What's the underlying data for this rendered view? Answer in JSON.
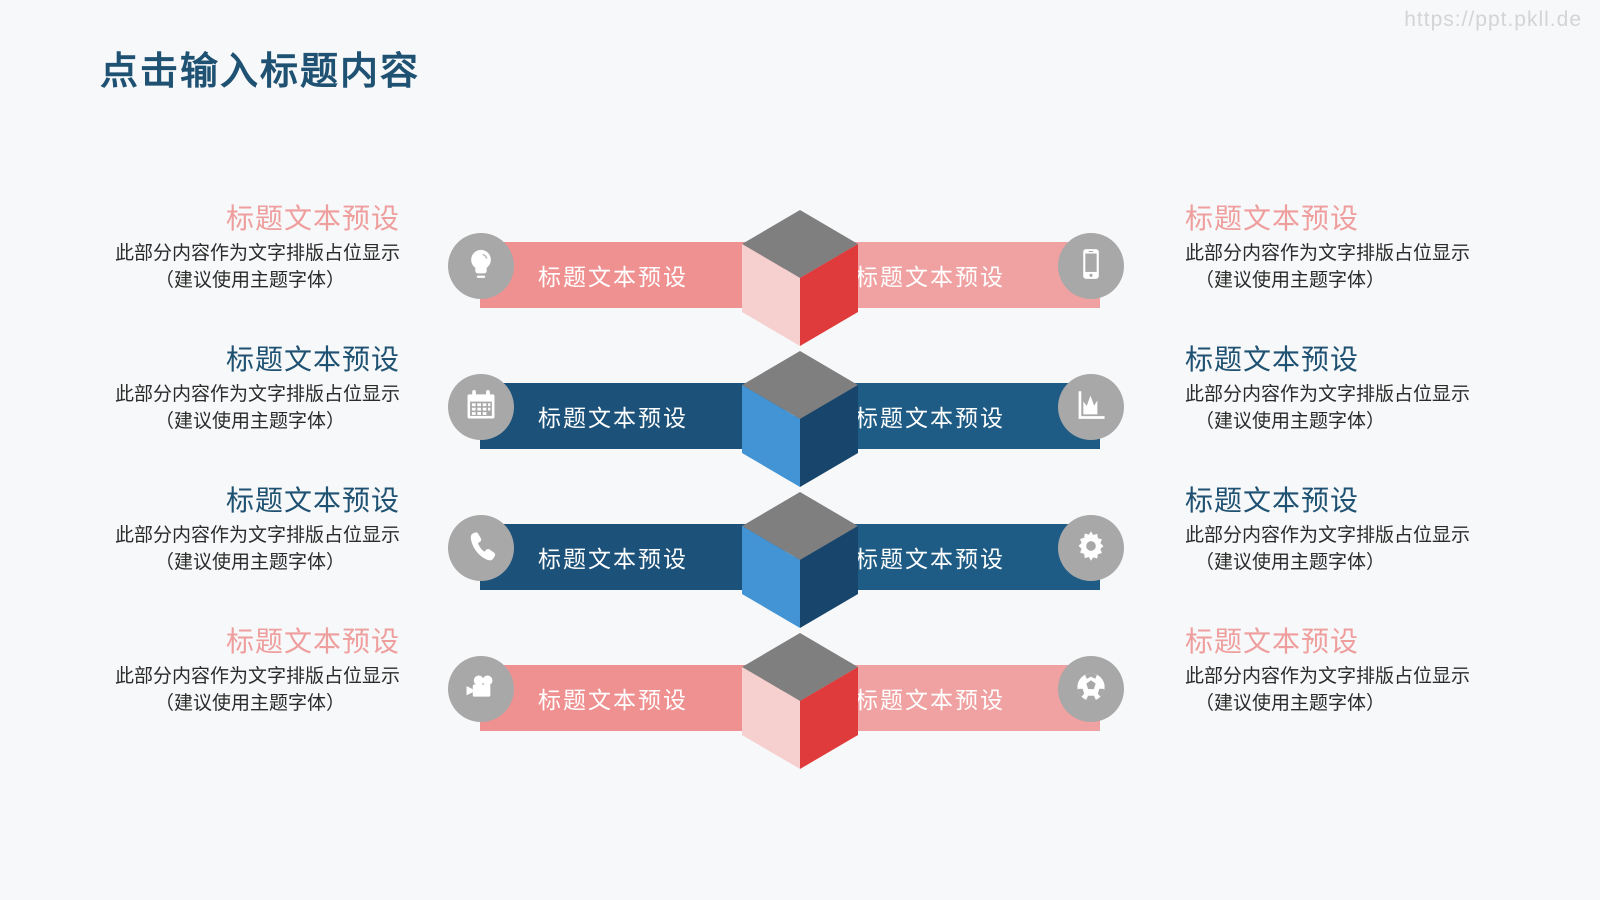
{
  "watermark": "https://ppt.pkll.de",
  "title": "点击输入标题内容",
  "colors": {
    "title": "#1e5172",
    "accent_red": "#ef9e9e",
    "accent_blue": "#1e5172",
    "bar_red": "#ef9191",
    "bar_red_light": "#f0a1a1",
    "bar_blue": "#1c5179",
    "bar_blue_light": "#1e5c85",
    "cube_top": "#7f7f7f",
    "cube_left_red": "#f6cfcf",
    "cube_right_red": "#e03b3c",
    "cube_left_blue": "#4294d4",
    "cube_right_blue": "#17456b",
    "endcap": "#a8a8a8",
    "background": "#f7f8f9"
  },
  "rows": [
    {
      "theme": "red",
      "left_text": {
        "heading": "标题文本预设",
        "body": "此部分内容作为文字排版占位显示",
        "note": "（建议使用主题字体）"
      },
      "right_text": {
        "heading": "标题文本预设",
        "body": "此部分内容作为文字排版占位显示",
        "note": "（建议使用主题字体）"
      },
      "bar_left_label": "标题文本预设",
      "bar_right_label": "标题文本预设",
      "icon_left": "lightbulb-icon",
      "icon_right": "smartphone-icon"
    },
    {
      "theme": "blue",
      "left_text": {
        "heading": "标题文本预设",
        "body": "此部分内容作为文字排版占位显示",
        "note": "（建议使用主题字体）"
      },
      "right_text": {
        "heading": "标题文本预设",
        "body": "此部分内容作为文字排版占位显示",
        "note": "（建议使用主题字体）"
      },
      "bar_left_label": "标题文本预设",
      "bar_right_label": "标题文本预设",
      "icon_left": "calendar-icon",
      "icon_right": "area-chart-icon"
    },
    {
      "theme": "blue",
      "left_text": {
        "heading": "标题文本预设",
        "body": "此部分内容作为文字排版占位显示",
        "note": "（建议使用主题字体）"
      },
      "right_text": {
        "heading": "标题文本预设",
        "body": "此部分内容作为文字排版占位显示",
        "note": "（建议使用主题字体）"
      },
      "bar_left_label": "标题文本预设",
      "bar_right_label": "标题文本预设",
      "icon_left": "phone-icon",
      "icon_right": "gear-icon"
    },
    {
      "theme": "red",
      "left_text": {
        "heading": "标题文本预设",
        "body": "此部分内容作为文字排版占位显示",
        "note": "（建议使用主题字体）"
      },
      "right_text": {
        "heading": "标题文本预设",
        "body": "此部分内容作为文字排版占位显示",
        "note": "（建议使用主题字体）"
      },
      "bar_left_label": "标题文本预设",
      "bar_right_label": "标题文本预设",
      "icon_left": "film-camera-icon",
      "icon_right": "soccer-ball-icon"
    }
  ]
}
